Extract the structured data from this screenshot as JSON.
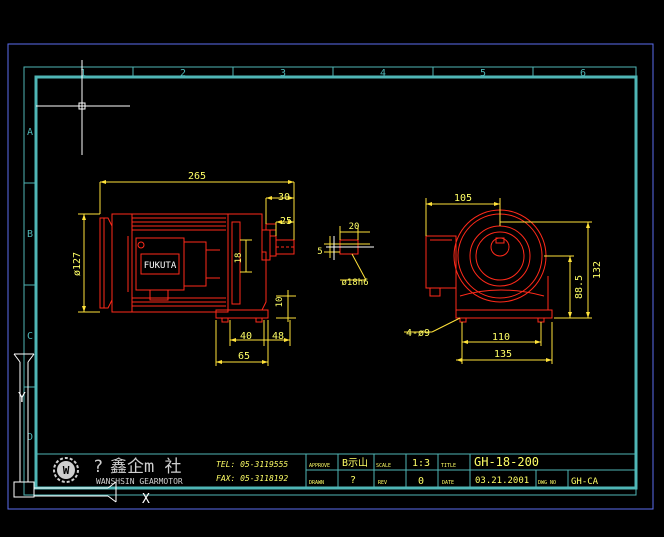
{
  "colors": {
    "background": "#000000",
    "frame": "#4fb6b6",
    "outer_border": "#5b6ef0",
    "part": "#ff2a1a",
    "dimension": "#ffe23a",
    "text": "#ffff66",
    "white": "#ffffff",
    "logo": "#cfcfcf"
  },
  "zone_columns": [
    "1",
    "2",
    "3",
    "4",
    "5",
    "6"
  ],
  "zone_rows": [
    "A",
    "B",
    "C",
    "D"
  ],
  "dimensions": {
    "overall_length": "265",
    "len_30": "30",
    "len_25": "25",
    "diam_127": "ø127",
    "dim_18": "18",
    "dim_40": "40",
    "dim_48": "48",
    "dim_65": "65",
    "dim_10": "10",
    "shaft_20": "20",
    "shaft_5": "5",
    "shaft_diam": "ø18h6",
    "end_105": "105",
    "end_132": "132",
    "end_88_5": "88.5",
    "end_110": "110",
    "end_135": "135",
    "holes": "4-ø9"
  },
  "motor_label": "FUKUTA",
  "title_block": {
    "company_glyph": "?",
    "company_name_cn": "鑫企m 社",
    "company_name_en": "WANSHSIN GEARMOTOR",
    "tel": "TEL: 05-3119555",
    "fax": "FAX: 05-3118192",
    "approve_label": "APPROVE",
    "approve_value": "B示山",
    "drawn_label": "DRAWN",
    "drawn_value": "?",
    "scale_label": "SCALE",
    "scale_value": "1:3",
    "rev_label": "REV",
    "rev_value": "0",
    "title_label": "TITLE",
    "title_value": "GH-18-200",
    "date_label": "DATE",
    "date_value": "03.21.2001",
    "dwg_label": "DWG NO",
    "dwg_value": "GH-CA"
  },
  "ucs": {
    "x_label": "X",
    "y_label": "Y"
  }
}
